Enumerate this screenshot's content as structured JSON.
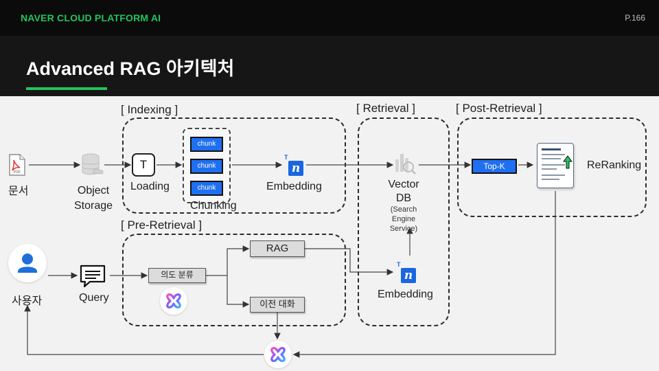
{
  "header": {
    "brand": "NAVER CLOUD PLATFORM AI",
    "page_number": "P.166",
    "title": "Advanced RAG 아키텍처"
  },
  "colors": {
    "brand_green": "#22c55e",
    "chunk_blue": "#1f6ff2",
    "ncp_blue": "#1a66e0",
    "user_blue": "#1e6fd9",
    "document_red": "#e53935",
    "clova_gradient": [
      "#ff4fb3",
      "#7b5cff",
      "#37b6ff"
    ]
  },
  "sections": {
    "indexing": "[ Indexing ]",
    "pre_retrieval": "[ Pre-Retrieval ]",
    "retrieval": "[ Retrieval ]",
    "post_retrieval": "[ Post-Retrieval ]"
  },
  "nodes": {
    "document": {
      "label": "문서",
      "icon": "pdf-document-icon",
      "icon_text": "PDF"
    },
    "object_storage": {
      "label_line1": "Object",
      "label_line2": "Storage",
      "icon": "database-cloud-icon"
    },
    "loading": {
      "label": "Loading",
      "icon_text": "T"
    },
    "chunking": {
      "label": "Chunking",
      "chunks": [
        "chunk",
        "chunk",
        "chunk"
      ]
    },
    "embedding_indexing": {
      "label": "Embedding",
      "icon": "ncp-embedding-icon",
      "icon_text": "n",
      "icon_sup": "T"
    },
    "vector_db": {
      "label_line1": "Vector",
      "label_line2": "DB",
      "sub_line1": "(Search",
      "sub_line2": "Engine",
      "sub_line3": "Service)",
      "icon": "vector-db-icon"
    },
    "top_k": {
      "label": "Top-K"
    },
    "reranking": {
      "label": "ReRanking",
      "icon": "rerank-document-icon"
    },
    "user": {
      "label": "사용자",
      "icon": "user-icon"
    },
    "query": {
      "label": "Query",
      "icon": "chat-bubble-icon"
    },
    "intent": {
      "label": "의도 분류"
    },
    "rag": {
      "label": "RAG"
    },
    "previous_conversation": {
      "label": "이전 대화"
    },
    "embedding_retrieval": {
      "label": "Embedding",
      "icon_text": "n",
      "icon_sup": "T"
    },
    "clova_pre": {
      "icon": "clova-x-icon"
    },
    "clova_final": {
      "icon": "clova-x-icon"
    }
  }
}
